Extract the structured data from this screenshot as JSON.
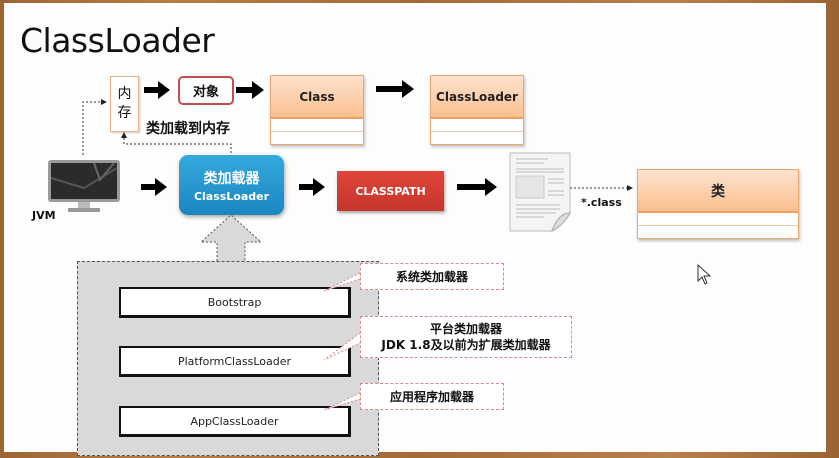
{
  "title": "ClassLoader",
  "top_row": {
    "memory_label_lines": [
      "内",
      "存"
    ],
    "object_label": "对象",
    "class_box_label": "Class",
    "classloader_box_label": "ClassLoader",
    "load_to_memory_label": "类加载到内存"
  },
  "middle_row": {
    "jvm_label": "JVM",
    "class_loader_cn": "类加载器",
    "class_loader_en": "ClassLoader",
    "classpath_label": "CLASSPATH",
    "file_ext_label": "*.class",
    "class_box_label": "类"
  },
  "loaders": [
    {
      "name": "Bootstrap",
      "callout_lines": [
        "系统类加载器"
      ]
    },
    {
      "name": "PlatformClassLoader",
      "callout_lines": [
        "平台类加载器",
        "JDK 1.8及以前为扩展类加载器"
      ]
    },
    {
      "name": "AppClassLoader",
      "callout_lines": [
        "应用程序加载器"
      ]
    }
  ],
  "colors": {
    "uml_header": "#fbbf8e",
    "classloader_blue": "#1a86c0",
    "classpath_red": "#c4352b",
    "object_border": "#c0504d",
    "frame_wood": "#a86f3c"
  }
}
